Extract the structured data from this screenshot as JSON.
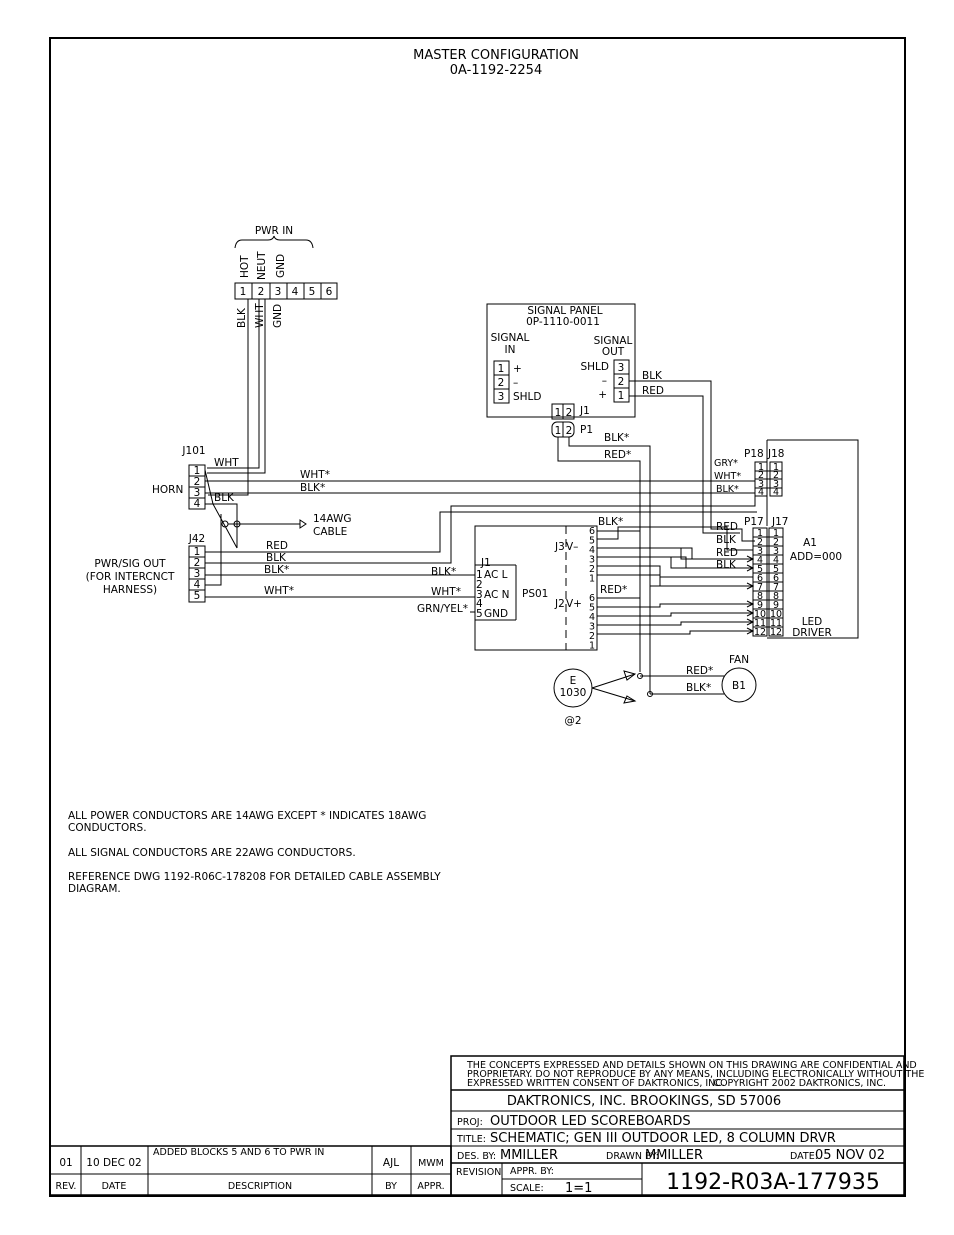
{
  "header": {
    "title": "MASTER CONFIGURATION",
    "part_number": "0A-1192-2254"
  },
  "pwr_in": {
    "label": "PWR IN",
    "pin_names": [
      "HOT",
      "NEUT",
      "GND"
    ],
    "pins": [
      "1",
      "2",
      "3",
      "4",
      "5",
      "6"
    ],
    "wire_colors": [
      "BLK",
      "WHT",
      "GND"
    ]
  },
  "signal_panel": {
    "title": "SIGNAL PANEL",
    "part": "0P-1110-0011",
    "in_label_1": "SIGNAL",
    "in_label_2": "IN",
    "out_label_1": "SIGNAL",
    "out_label_2": "OUT",
    "in_pins": [
      "1",
      "2",
      "3"
    ],
    "in_marks": [
      "+",
      "–",
      "SHLD"
    ],
    "out_pins": [
      "3",
      "2",
      "1"
    ],
    "out_marks": [
      "SHLD",
      "–",
      "+"
    ],
    "out_wires": [
      "BLK",
      "RED"
    ],
    "j1": "J1",
    "p1": "P1",
    "pin_1": "1",
    "pin_2": "2"
  },
  "j101": {
    "label": "J101",
    "pins": [
      "1",
      "2",
      "3",
      "4"
    ],
    "wht": "WHT",
    "blk": "BLK",
    "horn": "HORN",
    "wht_star": "WHT*",
    "blk_star": "BLK*"
  },
  "cable": {
    "line1": "14AWG",
    "line2": "CABLE"
  },
  "j42": {
    "label": "J42",
    "pins": [
      "1",
      "2",
      "3",
      "4",
      "5"
    ],
    "desc1": "PWR/SIG OUT",
    "desc2": "(FOR INTERCNCT",
    "desc3": "HARNESS)",
    "wires": [
      "RED",
      "BLK",
      "BLK*",
      "WHT*"
    ]
  },
  "ps01": {
    "name": "PS01",
    "j1": "J1",
    "j3": "J3",
    "j2": "J2",
    "left_pins": [
      "1",
      "2",
      "3",
      "4",
      "5"
    ],
    "left_labels": [
      "AC L",
      "",
      "AC N",
      "",
      "GND"
    ],
    "v_minus": "V–",
    "v_plus": "V+",
    "j3_pins": [
      "6",
      "5",
      "4",
      "3",
      "2",
      "1"
    ],
    "j2_pins": [
      "6",
      "5",
      "4",
      "3",
      "2",
      "1"
    ],
    "input_wires": [
      "BLK*",
      "WHT*",
      "GRN/YEL*"
    ],
    "blk_star": "BLK*",
    "red_star": "RED*"
  },
  "p1_wires": [
    "BLK*",
    "RED*"
  ],
  "p18": {
    "label": "P18",
    "j18": "J18",
    "wires": [
      "GRY*",
      "WHT*",
      "BLK*"
    ],
    "pins": [
      "1",
      "2",
      "3",
      "4"
    ]
  },
  "p17": {
    "label": "P17",
    "j17": "J17",
    "wires": [
      "RED",
      "BLK",
      "RED",
      "BLK"
    ],
    "pins": [
      "1",
      "2",
      "3",
      "4",
      "5",
      "6",
      "7",
      "8",
      "9",
      "10",
      "11",
      "12"
    ]
  },
  "a1": {
    "name": "A1",
    "addr": "ADD=000",
    "desc1": "LED",
    "desc2": "DRIVER"
  },
  "fan": {
    "label": "FAN",
    "name": "B1",
    "wires": [
      "RED*",
      "BLK*"
    ]
  },
  "e1030": {
    "line1": "E",
    "line2": "1030",
    "qty": "@2"
  },
  "notes": [
    "ALL POWER CONDUCTORS ARE 14AWG EXCEPT * INDICATES 18AWG",
    "CONDUCTORS.",
    "ALL SIGNAL CONDUCTORS ARE 22AWG CONDUCTORS.",
    "REFERENCE DWG 1192-R06C-178208 FOR DETAILED CABLE ASSEMBLY",
    "DIAGRAM."
  ],
  "title_block": {
    "confidential": [
      "THE CONCEPTS EXPRESSED AND DETAILS SHOWN ON THIS DRAWING ARE CONFIDENTIAL AND",
      "PROPRIETARY. DO NOT REPRODUCE BY ANY MEANS, INCLUDING ELECTRONICALLY WITHOUT THE",
      "EXPRESSED WRITTEN CONSENT OF DAKTRONICS, INC.",
      "COPYRIGHT 2002 DAKTRONICS, INC."
    ],
    "company": "DAKTRONICS, INC.   BROOKINGS, SD 57006",
    "proj_label": "PROJ:",
    "proj": "OUTDOOR LED SCOREBOARDS",
    "title_label": "TITLE:",
    "title": "SCHEMATIC; GEN III OUTDOOR LED, 8 COLUMN DRVR",
    "des_label": "DES. BY:",
    "des_by": "MMILLER",
    "drawn_label": "DRAWN BY:",
    "drawn_by": "MMILLER",
    "date_label": "DATE:",
    "date": "05 NOV 02",
    "revision_label": "REVISION",
    "appr_label": "APPR. BY:",
    "scale_label": "SCALE:",
    "scale": "1=1",
    "drawing_number": "1192-R03A-177935"
  },
  "revisions": {
    "row": {
      "rev": "01",
      "date": "10 DEC 02",
      "description": "ADDED BLOCKS 5 AND 6 TO PWR IN",
      "by": "AJL",
      "appr": "MWM"
    },
    "headers": {
      "rev": "REV.",
      "date": "DATE",
      "description": "DESCRIPTION",
      "by": "BY",
      "appr": "APPR."
    }
  }
}
